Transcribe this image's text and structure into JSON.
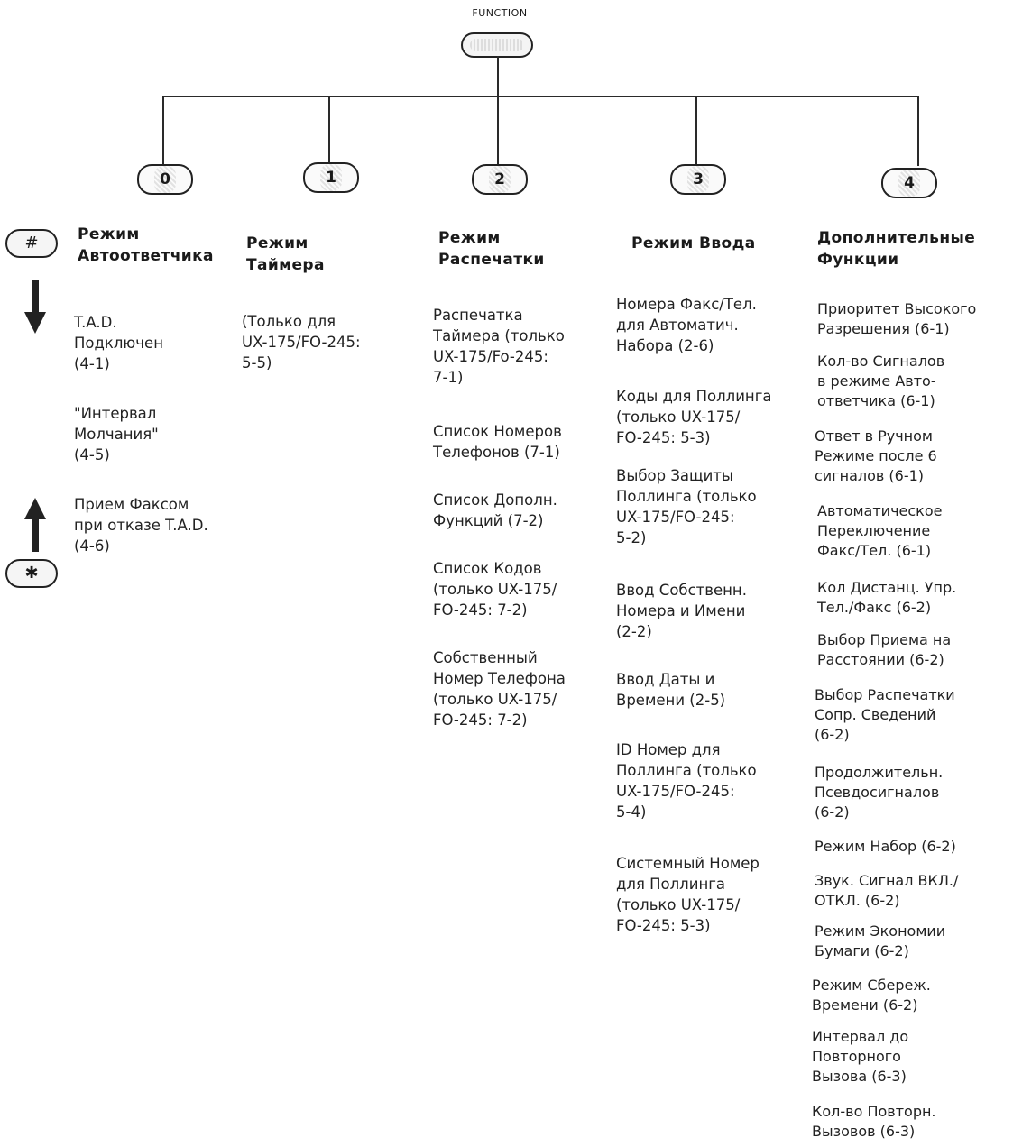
{
  "function_key": {
    "label": "FUNCTION"
  },
  "number_keys": [
    "0",
    "1",
    "2",
    "3",
    "4"
  ],
  "side_keys": {
    "hash": "#",
    "star": "✱"
  },
  "columns": [
    {
      "heading": "Режим\nАвтоответчика",
      "items": [
        "T.A.D.\nПодключен\n(4-1)",
        "\"Интервал\nМолчания\"\n(4-5)",
        "Прием Факсом\nпри отказе T.A.D.\n(4-6)"
      ]
    },
    {
      "heading": "Режим\nТаймера",
      "items": [
        "(Только для\nUX-175/FO-245:\n5-5)"
      ]
    },
    {
      "heading": "Режим\nРаспечатки",
      "items": [
        "Распечатка\nТаймера (только\nUX-175/Fo-245:\n7-1)",
        "Список Номеров\nТелефонов (7-1)",
        "Список Дополн.\nФункций (7-2)",
        "Список Кодов\n(только UX-175/\nFO-245: 7-2)",
        "Собственный\nНомер Телефона\n(только UX-175/\nFO-245: 7-2)"
      ]
    },
    {
      "heading": "Режим Ввода",
      "items": [
        "Номера Факс/Тел.\nдля Автоматич.\nНабора (2-6)",
        "Коды для Поллинга\n(только UX-175/\nFO-245: 5-3)",
        "Выбор Защиты\nПоллинга (только\nUX-175/FO-245:\n5-2)",
        "Ввод Собственн.\nНомера и Имени\n(2-2)",
        "Ввод Даты и\nВремени (2-5)",
        "ID Номер для\nПоллинга (только\nUX-175/FO-245:\n5-4)",
        "Системный Номер\nдля Поллинга\n(только UX-175/\nFO-245: 5-3)"
      ]
    },
    {
      "heading": "Дополнительные\nФункции",
      "items": [
        "Приоритет Высокого\nРазрешения (6-1)",
        "Кол-во Сигналов\nв режиме Авто-\nответчика (6-1)",
        "Ответ в Ручном\nРежиме после 6\nсигналов (6-1)",
        "Автоматическое\nПереключение\nФакс/Тел. (6-1)",
        "Кол Дистанц. Упр.\nТел./Факс (6-2)",
        "Выбор Приема на\nРасстоянии (6-2)",
        "Выбор Распечатки\nСопр. Сведений\n(6-2)",
        "Продолжительн.\nПсевдосигналов\n(6-2)",
        "Режим Набор (6-2)",
        "Звук. Сигнал ВКЛ./\nОТКЛ. (6-2)",
        "Режим Экономии\nБумаги (6-2)",
        "Режим Сбереж.\nВремени (6-2)",
        "Интервал до\nПовторного\nВызова (6-3)",
        "Кол-во Повторн.\nВызовов (6-3)"
      ]
    }
  ]
}
